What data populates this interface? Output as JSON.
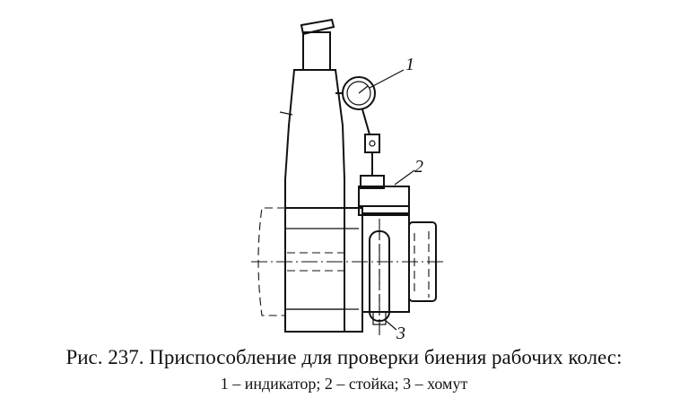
{
  "figure": {
    "labels": [
      {
        "id": "1",
        "text": "1"
      },
      {
        "id": "2",
        "text": "2"
      },
      {
        "id": "3",
        "text": "3"
      }
    ]
  },
  "caption": {
    "title": "Рис. 237. Приспособление для проверки биения рабочих колес:",
    "legend": "1 – индикатор; 2 – стойка; 3 – хомут"
  }
}
